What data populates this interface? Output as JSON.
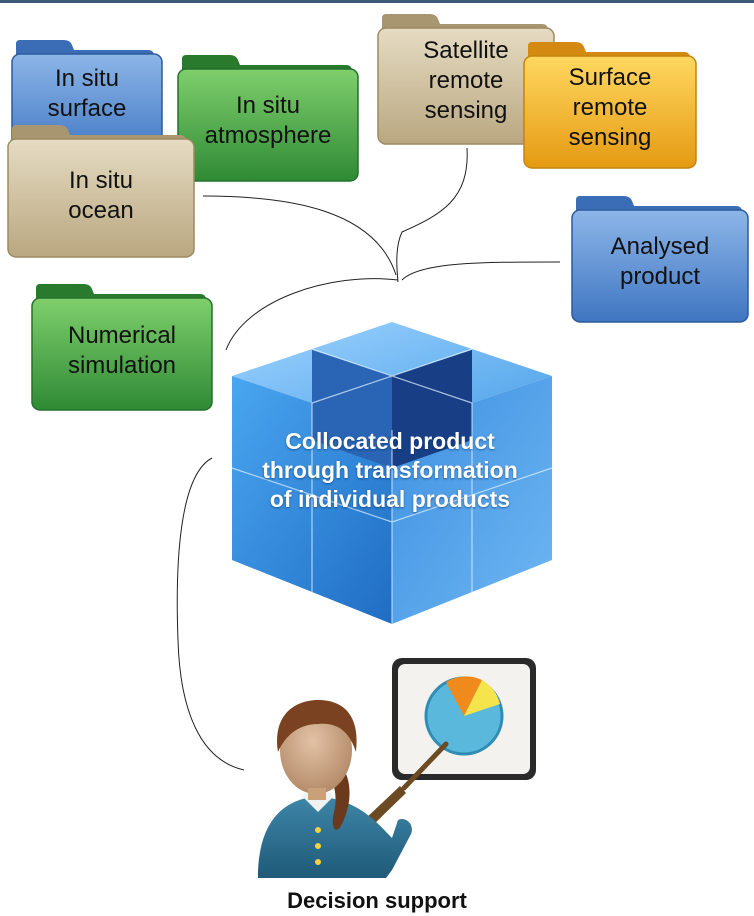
{
  "colors": {
    "blue_folder": "#5b8fd0",
    "green_folder": "#4aa048",
    "tan_folder": "#cdbf9d",
    "yellow_folder": "#f2b12a",
    "cube_blue": "#3a8fd8",
    "person_shirt": "#2d6e8e",
    "pie_blue": "#5ab8dc",
    "pie_orange": "#f08a1c",
    "pie_yellow": "#f6e44c"
  },
  "folders": [
    {
      "id": "in-situ-surface",
      "label": "In situ\nsurface",
      "color": "blue"
    },
    {
      "id": "in-situ-atmosphere",
      "label": "In situ\natmosphere",
      "color": "green"
    },
    {
      "id": "in-situ-ocean",
      "label": "In situ\nocean",
      "color": "tan"
    },
    {
      "id": "satellite-remote-sensing",
      "label": "Satellite\nremote\nsensing",
      "color": "tan"
    },
    {
      "id": "surface-remote-sensing",
      "label": "Surface\nremote\nsensing",
      "color": "yellow"
    },
    {
      "id": "analysed-product",
      "label": "Analysed\nproduct",
      "color": "blue"
    },
    {
      "id": "numerical-simulation",
      "label": "Numerical\nsimulation",
      "color": "green"
    }
  ],
  "cube": {
    "label": "Collocated product\nthrough transformation\nof individual products"
  },
  "decision": {
    "caption": "Decision support"
  }
}
